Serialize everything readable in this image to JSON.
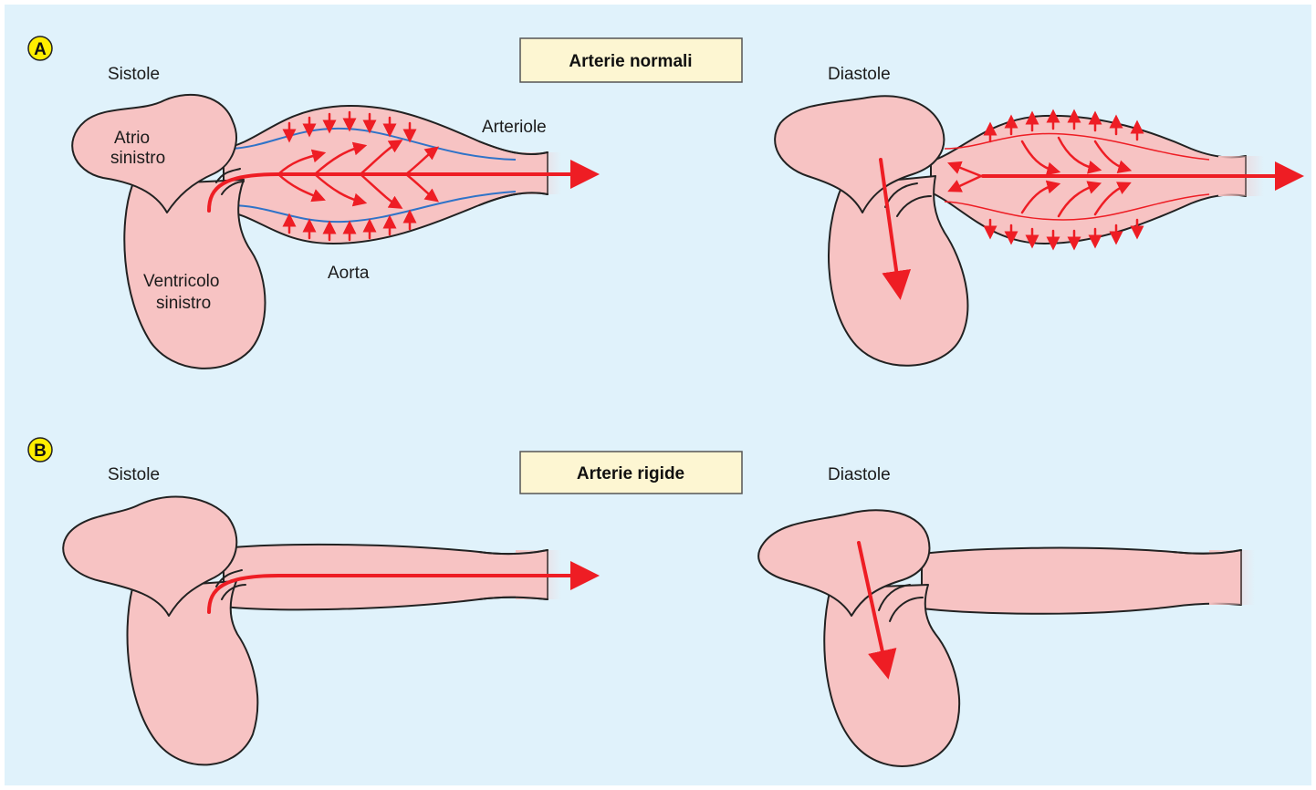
{
  "panels": [
    {
      "badge": "A",
      "condition": "Arterie normali",
      "systole": "Sistole",
      "diastole": "Diastole",
      "labels": {
        "atrium": "Atrio\nsinistro",
        "ventricle": "Ventricolo\nsinistro",
        "aorta": "Aorta",
        "arterioles": "Arteriole"
      }
    },
    {
      "badge": "B",
      "condition": "Arterie rigide",
      "systole": "Sistole",
      "diastole": "Diastole"
    }
  ],
  "colors": {
    "background": "#e0f2fb",
    "tissue": "#f7c3c3",
    "tissue_highlight": "#fde2e2",
    "flow_arrow": "#ee1d24",
    "elastic_wall": "#2f73c8",
    "badge": "#ffee00",
    "label_box": "#fdf6d2"
  }
}
